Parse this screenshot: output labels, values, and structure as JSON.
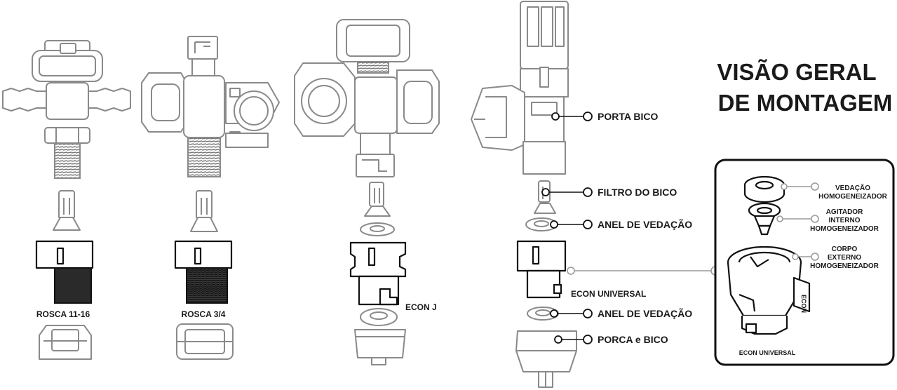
{
  "title": {
    "line1": "VISÃO GERAL",
    "line2": "DE MONTAGEM"
  },
  "assemblies": {
    "rosca_11_16": "ROSCA 11-16",
    "rosca_3_4": "ROSCA 3/4",
    "econ_j": "ECON J",
    "econ_universal": "ECON UNIVERSAL"
  },
  "callouts": {
    "porta_bico": "PORTA BICO",
    "filtro_do_bico": "FILTRO DO BICO",
    "anel_de_vedacao_top": "ANEL DE VEDAÇÃO",
    "anel_de_vedacao_bottom": "ANEL DE VEDAÇÃO",
    "porca_e_bico": "PORCA e BICO"
  },
  "inset": {
    "vedacao": {
      "line1": "VEDAÇÃO",
      "line2": "HOMOGENEIZADOR"
    },
    "agitador": {
      "line1": "AGITADOR",
      "line2": "INTERNO",
      "line3": "HOMOGENEIZADOR"
    },
    "corpo": {
      "line1": "CORPO",
      "line2": "EXTERNO",
      "line3": "HOMOGENEIZADOR"
    },
    "caption": "ECON UNIVERSAL",
    "body_marking": "ECON"
  },
  "colors": {
    "outline_gray": "#8a8a8a",
    "outline_black": "#111111",
    "text": "#1a1a1a"
  }
}
